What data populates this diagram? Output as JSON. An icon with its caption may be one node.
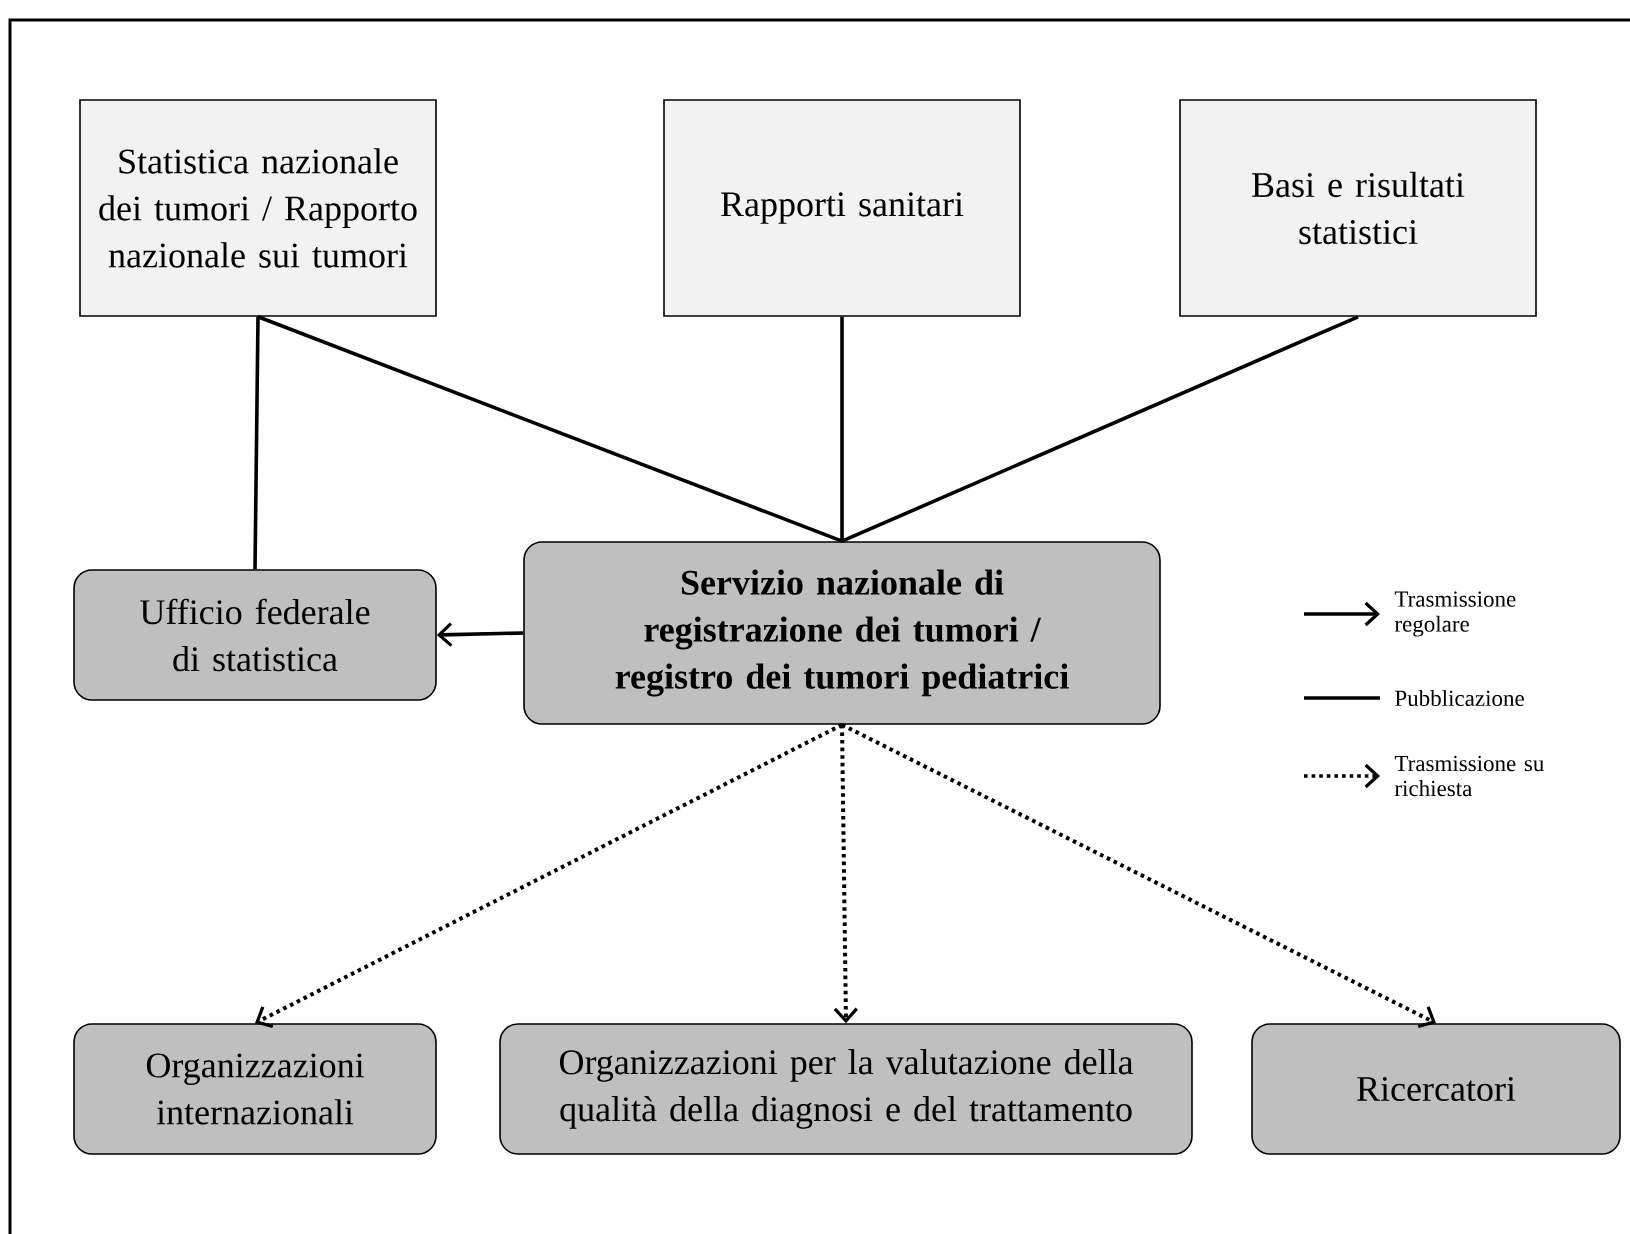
{
  "diagram": {
    "nodes": [
      {
        "text": [
          "Statistica nazionale dei tumori / Rapporto nazionale sui tumori"
        ]
      },
      {
        "text": [
          "Rapporti sanitari"
        ]
      },
      {
        "text": [
          "Basi e risultati statistici"
        ]
      },
      {
        "text": [
          "Ufficio federale di statistica"
        ]
      },
      {
        "text": [
          "Servizio nazionale di registrazione dei tumori / registro dei tumori pediatrici"
        ]
      },
      {
        "text": [
          "Organizzazioni internazionali"
        ]
      },
      {
        "text": [
          "Organizzazioni per la valutazione della qualità della diagnosi e del trattamento"
        ]
      },
      {
        "text": [
          "Ricercatori"
        ]
      }
    ],
    "edges": [
      {
        "from": 0,
        "to": 3,
        "arrow": "none"
      },
      {
        "from": 0,
        "to": 4,
        "arrow": "none"
      },
      {
        "from": 1,
        "to": 4,
        "arrow": "none"
      },
      {
        "from": 2,
        "to": 4,
        "arrow": "none"
      },
      {
        "from": 4,
        "to": 3,
        "arrow": "to"
      },
      {
        "from": 4,
        "to": 5,
        "arrow": "to",
        "style": "dashed"
      },
      {
        "from": 4,
        "to": 6,
        "arrow": "to",
        "style": "dashed"
      },
      {
        "from": 4,
        "to": 7,
        "arrow": "to",
        "style": "dashed"
      }
    ],
    "legend": [
      {
        "text": "Trasmissione regolare"
      },
      {
        "text": "Pubblicazione"
      },
      {
        "text": "Trasmissione su richiesta"
      }
    ]
  }
}
